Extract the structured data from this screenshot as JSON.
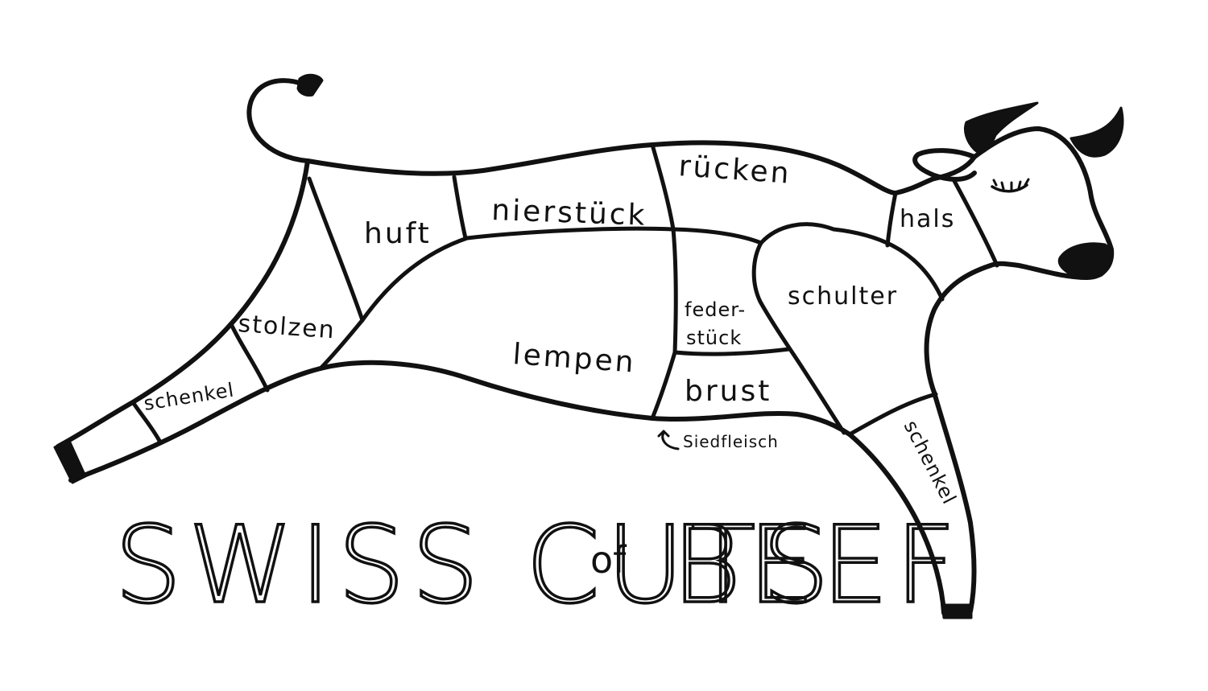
{
  "title": {
    "part1": "SWISS CUTS",
    "part2": "of",
    "part3": "BEEF"
  },
  "cuts": {
    "huft": "huft",
    "nierstueck": "nierstück",
    "ruecken": "rücken",
    "hals": "hals",
    "stolzen": "stolzen",
    "schenkel_hind": "schenkel",
    "lempen": "lempen",
    "federstueck_line1": "feder-",
    "federstueck_line2": "stück",
    "schulter": "schulter",
    "brust": "brust",
    "siedfleisch": "Siedfleisch",
    "schenkel_front": "schenkel"
  },
  "colors": {
    "ink": "#111111",
    "background": "#ffffff"
  }
}
